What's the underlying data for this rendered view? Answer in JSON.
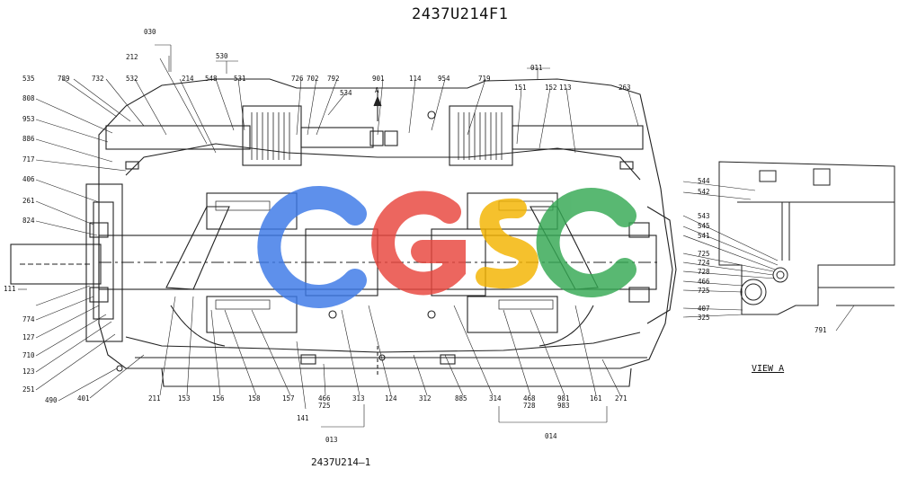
{
  "title": "2437U214F1",
  "footer_code": "2437U214—1",
  "view_label": "VIEW A",
  "section_marker": "A",
  "watermark": {
    "text": "CGSC",
    "colors": [
      "#3b78e7",
      "#e8453c",
      "#f4b400",
      "#34a853"
    ]
  },
  "callouts": {
    "c030": "030",
    "c212": "212",
    "c214": "214",
    "c530": "530",
    "c548": "548",
    "c531": "531",
    "c726a": "726",
    "c702": "702",
    "c792": "792",
    "c534": "534",
    "c901": "901",
    "c114": "114",
    "c954": "954",
    "c719": "719",
    "c011": "011",
    "c151": "151",
    "c152a": "152",
    "c113": "113",
    "c263": "263",
    "c535": "535",
    "c789": "789",
    "c732": "732",
    "c532": "532",
    "c808": "808",
    "c953": "953",
    "c886": "886",
    "c717": "717",
    "c406": "406",
    "c261": "261",
    "c824": "824",
    "c111": "111",
    "c774": "774",
    "c127": "127",
    "c710": "710",
    "c123": "123",
    "c251": "251",
    "c490": "490",
    "c401": "401",
    "c211": "211",
    "c153": "153",
    "c156": "156",
    "c158": "158",
    "c157": "157",
    "c466a": "466",
    "c725a": "725",
    "c313": "313",
    "c141": "141",
    "c013": "013",
    "c124": "124",
    "c312": "312",
    "c885": "885",
    "c314": "314",
    "c468": "468",
    "c728a": "728",
    "c981": "981",
    "c983": "983",
    "c161": "161",
    "c271": "271",
    "c014": "014",
    "c544": "544",
    "c542": "542",
    "c543": "543",
    "c545": "545",
    "c541": "541",
    "c725b": "725",
    "c724": "724",
    "c728b": "728",
    "c466b": "466",
    "c725c": "725",
    "c407": "407",
    "c325": "325",
    "c791": "791"
  }
}
